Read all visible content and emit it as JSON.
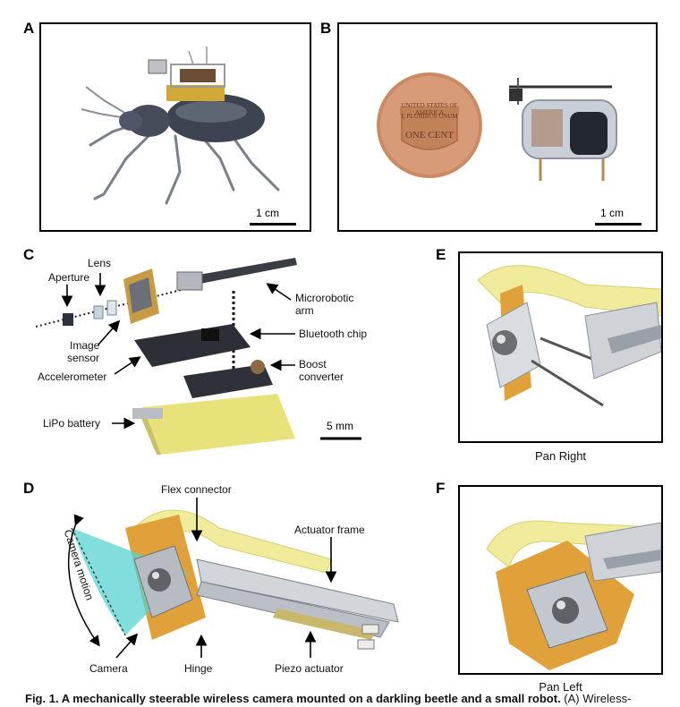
{
  "panels": {
    "A": {
      "letter": "A",
      "scale_label": "1 cm"
    },
    "B": {
      "letter": "B",
      "scale_label": "1 cm",
      "coin_text_top": "UNITED STATES OF AMERICA",
      "coin_text_mid": "E PLURIBUS UNUM",
      "coin_text_bottom": "ONE CENT"
    },
    "C": {
      "letter": "C",
      "scale_label": "5 mm",
      "callouts": {
        "aperture": "Aperture",
        "lens": "Lens",
        "image_sensor_1": "Image",
        "image_sensor_2": "sensor",
        "accelerometer": "Accelerometer",
        "lipo_battery": "LiPo battery",
        "microrobotic_arm_1": "Microrobotic",
        "microrobotic_arm_2": "arm",
        "bluetooth_chip": "Bluetooth chip",
        "boost_converter_1": "Boost",
        "boost_converter_2": "converter"
      }
    },
    "D": {
      "letter": "D",
      "callouts": {
        "flex_connector": "Flex connector",
        "actuator_frame": "Actuator frame",
        "camera_motion": "Camera motion",
        "camera": "Camera",
        "hinge": "Hinge",
        "piezo_actuator": "Piezo actuator"
      }
    },
    "E": {
      "letter": "E",
      "caption": "Pan Right"
    },
    "F": {
      "letter": "F",
      "caption": "Pan Left"
    }
  },
  "caption": {
    "bold": "Fig. 1. A mechanically steerable wireless camera mounted on a darkling beetle and a small robot.",
    "rest": " (A) Wireless-"
  },
  "colors": {
    "flex_yellow": "#f1ec9c",
    "flex_orange": "#e0a13a",
    "camera_cyan": "#57d3d0",
    "battery_yellow": "#e8e27a",
    "copper": "#b8734a"
  }
}
